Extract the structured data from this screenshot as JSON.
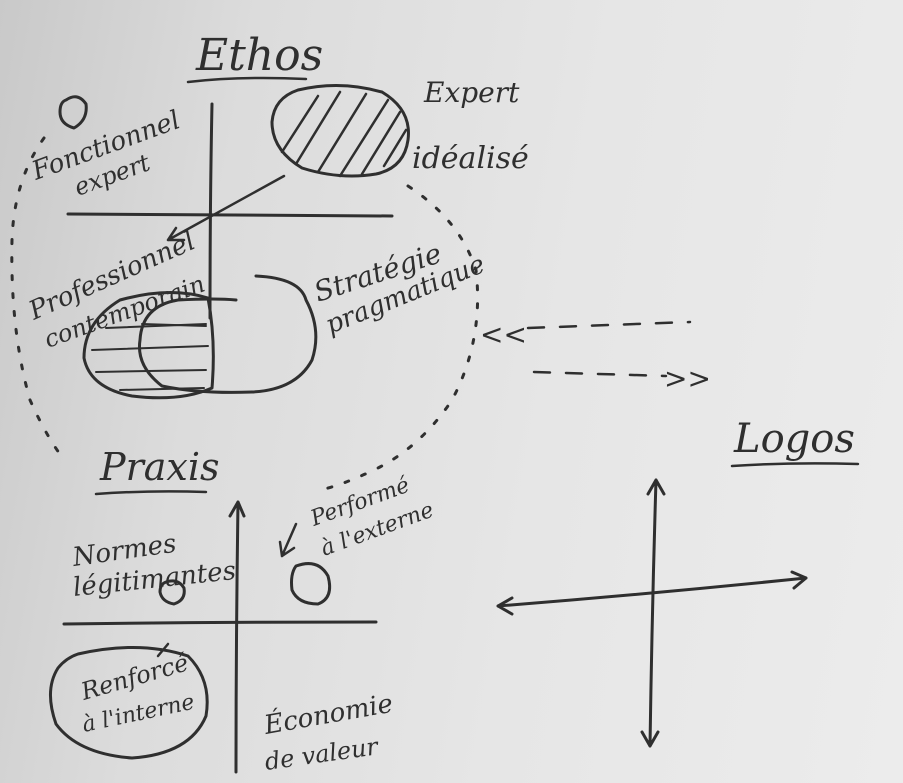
{
  "board": {
    "ethos": {
      "title": "Ethos",
      "expert_line1": "Expert",
      "expert_line2": "idéalisé",
      "fonctionnel_line1": "Fonctionnel",
      "fonctionnel_line2": "expert",
      "professionnel_line1": "Professionnel",
      "professionnel_line2": "contemporain",
      "strategie_line1": "Stratégie",
      "strategie_line2": "pragmatique"
    },
    "praxis": {
      "title": "Praxis",
      "normes_line1": "Normes",
      "normes_line2": "légitimantes",
      "performe_line1": "Performé",
      "performe_line2": "à l'externe",
      "renforce_line1": "Renforcé",
      "renforce_line2": "à l'interne",
      "economie_line1": "Économie",
      "economie_line2": "de valeur"
    },
    "logos": {
      "title": "Logos",
      "arrow_in": "<<",
      "arrow_out": ">>"
    }
  }
}
